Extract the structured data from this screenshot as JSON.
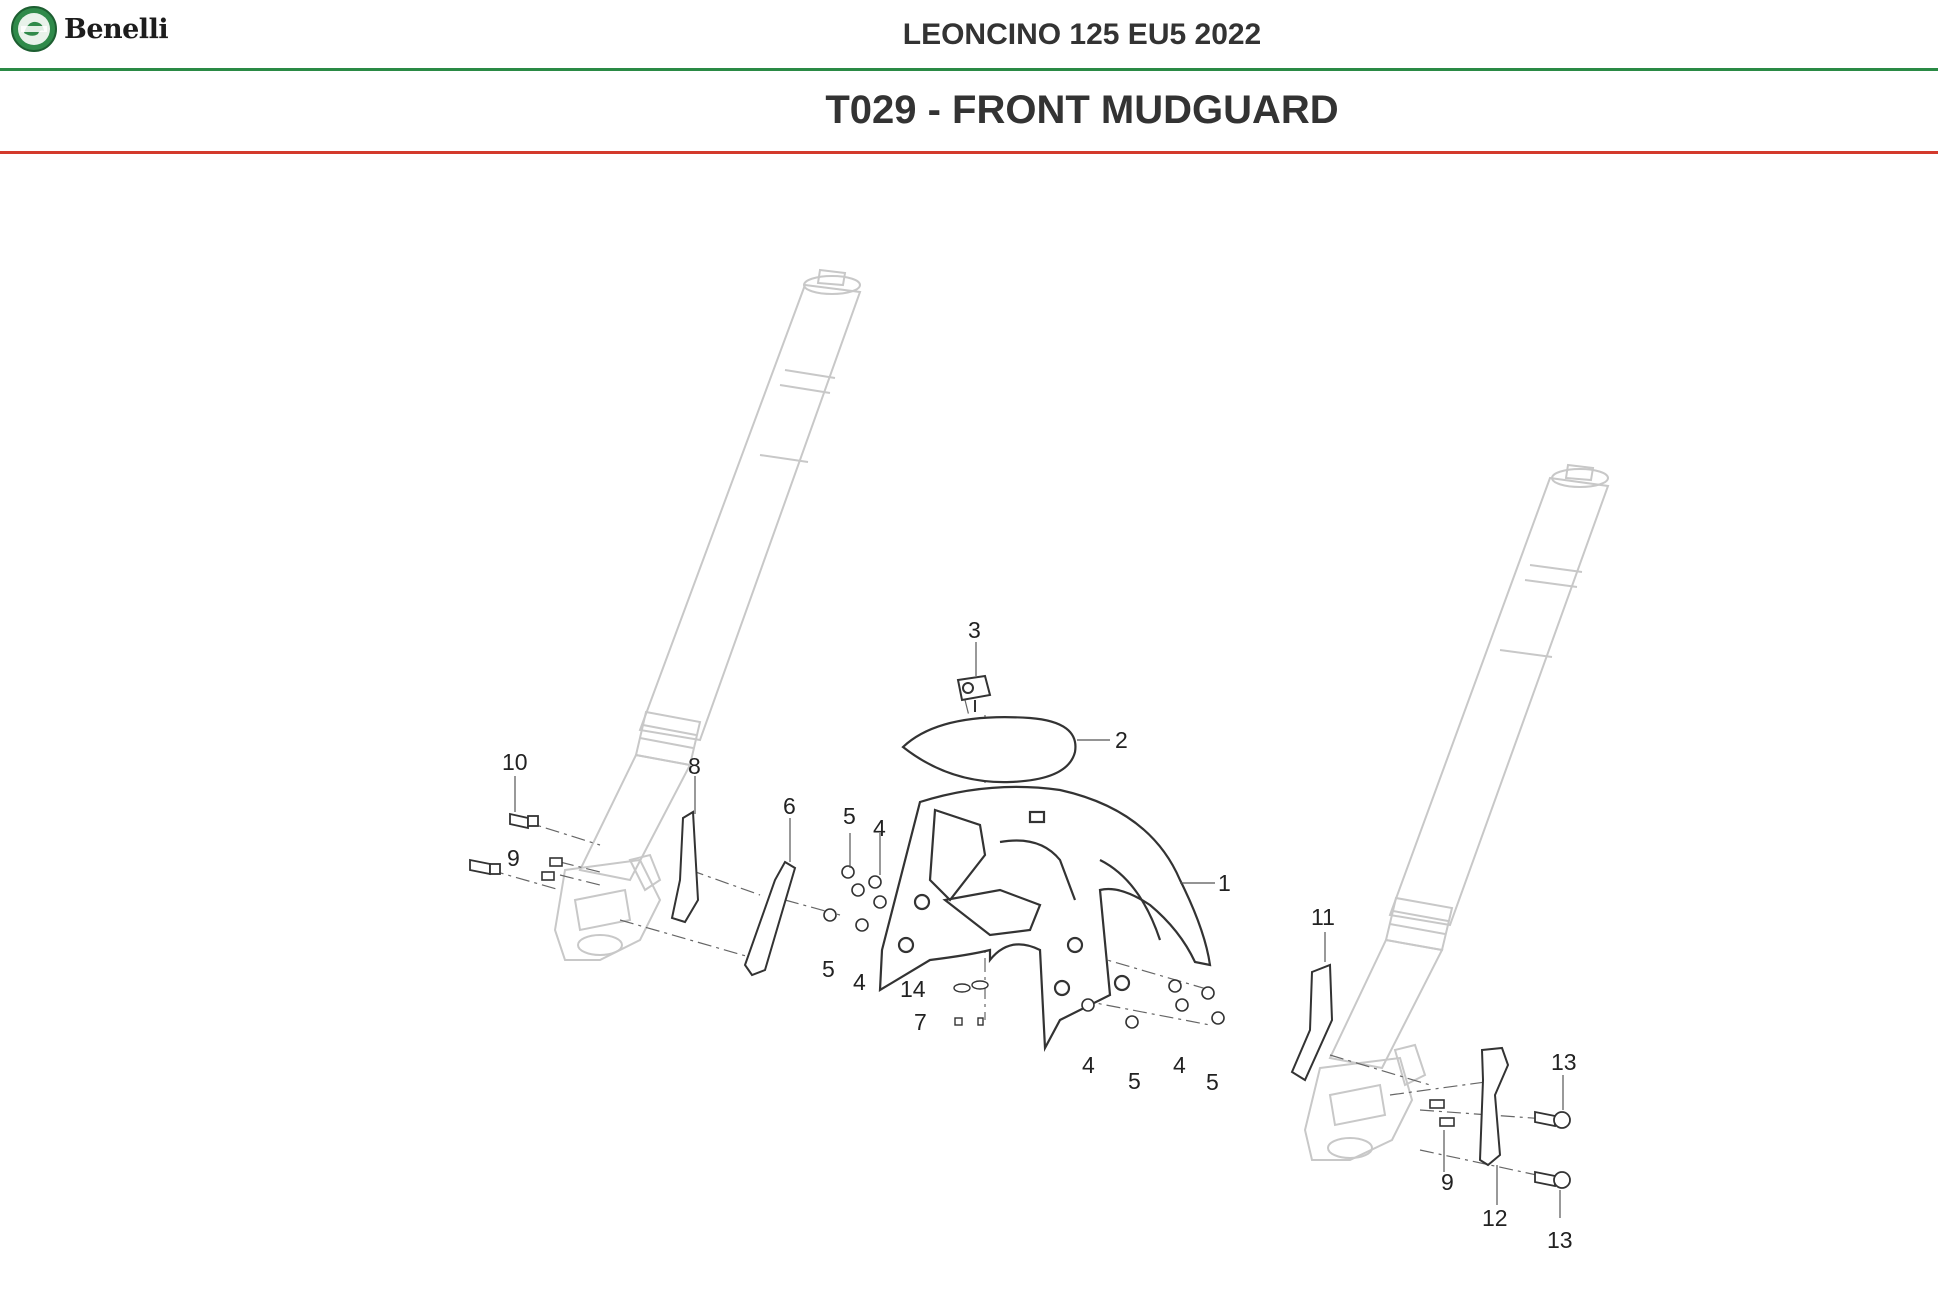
{
  "header": {
    "brand": "Benelli",
    "model": "LEONCINO 125 EU5 2022",
    "table_title": "T029 - FRONT MUDGUARD"
  },
  "colors": {
    "header_rule": "#2a8a45",
    "title_rule": "#d33a2c",
    "faded_parts": "#c8c8c8",
    "parts": "#333333"
  },
  "callouts": {
    "c1": "1",
    "c2": "2",
    "c3": "3",
    "c4a": "4",
    "c4b": "4",
    "c4c": "4",
    "c4d": "4",
    "c5a": "5",
    "c5b": "5",
    "c5c": "5",
    "c5d": "5",
    "c6": "6",
    "c7": "7",
    "c8": "8",
    "c9a": "9",
    "c9b": "9",
    "c10": "10",
    "c11": "11",
    "c12": "12",
    "c13a": "13",
    "c13b": "13",
    "c14": "14"
  }
}
